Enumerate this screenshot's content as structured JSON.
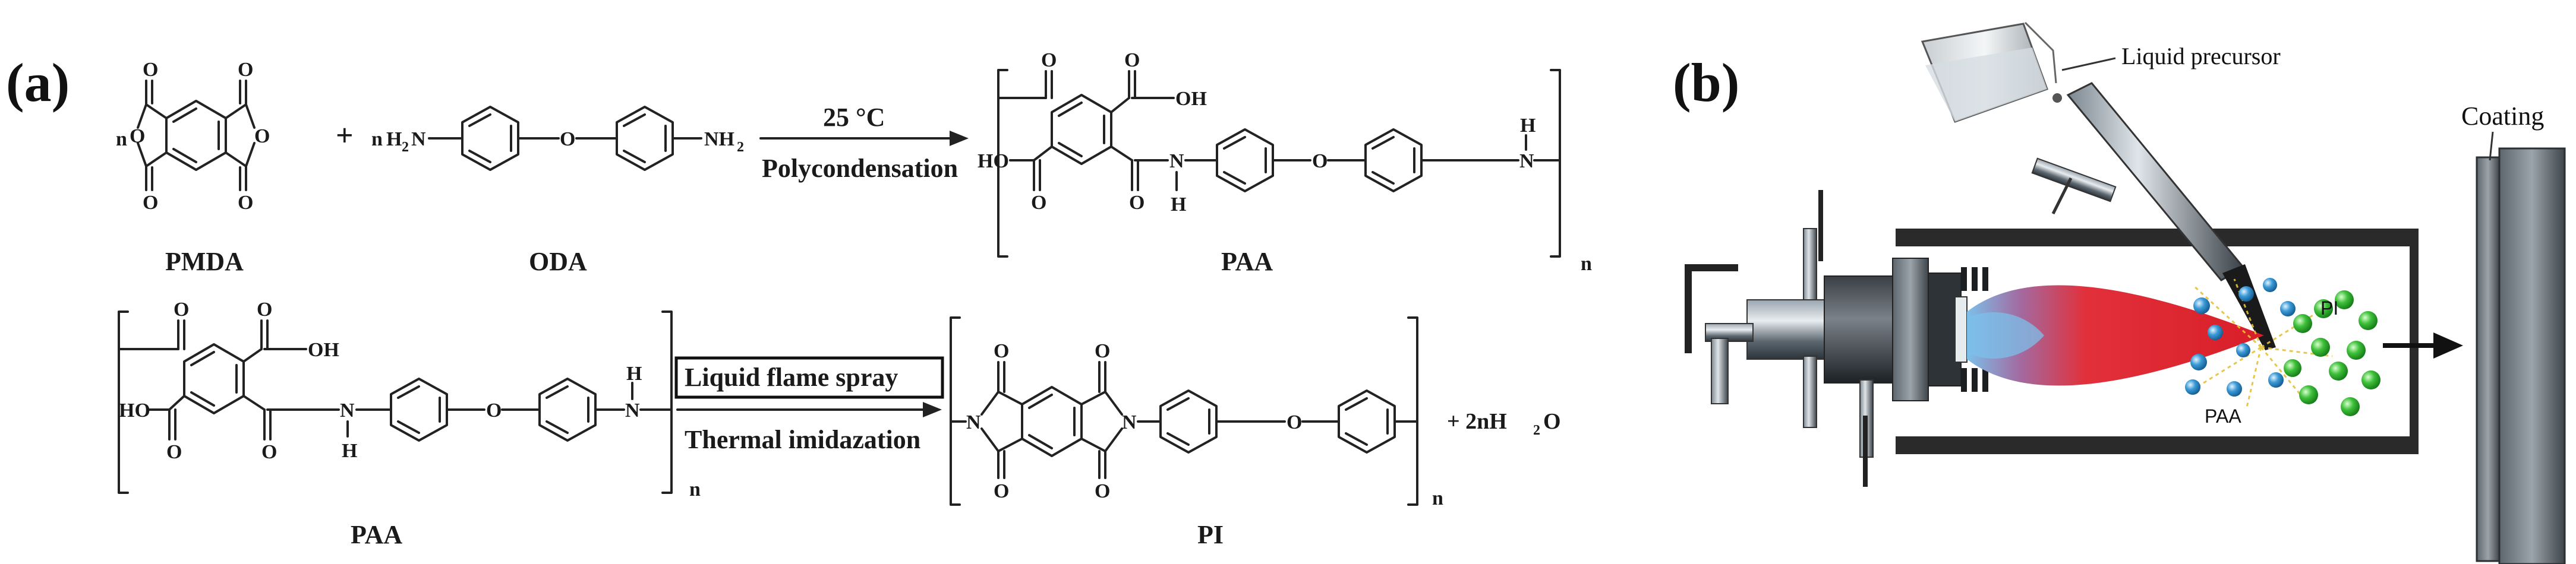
{
  "panel_a": {
    "label": "(a)",
    "reaction1": {
      "n_prefix_1": "n",
      "plus": "+",
      "n_prefix_2": "n",
      "amine_left": "H",
      "amine_left_sub": "2",
      "amine_left_n": "N",
      "amine_right": "NH",
      "amine_right_sub": "2",
      "condition_temp": "25 °C",
      "condition_name": "Polycondensation",
      "reactant1_name": "PMDA",
      "reactant2_name": "ODA",
      "product_name": "PAA",
      "repeat_n": "n"
    },
    "reaction2": {
      "reactant_name": "PAA",
      "condition_boxed": "Liquid flame spray",
      "condition_name": "Thermal imidazation",
      "product_name": "PI",
      "byproduct": "+ 2nH",
      "byproduct_sub": "2",
      "byproduct_end": "O",
      "repeat_n": "n"
    },
    "atoms": {
      "O": "O",
      "N": "N",
      "H": "H",
      "OH": "OH",
      "HO": "HO"
    }
  },
  "panel_b": {
    "label": "(b)",
    "liquid_precursor": "Liquid precursor",
    "coating": "Coating",
    "pi": "PI",
    "paa": "PAA",
    "colors": {
      "flame": "#e0202a",
      "flame_core": "#6fb0e0",
      "pi_particle": "#22aa22",
      "paa_particle": "#2a88cc",
      "torch": "#4a5560"
    }
  }
}
